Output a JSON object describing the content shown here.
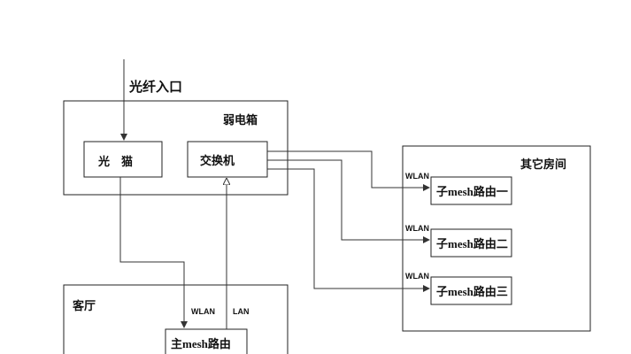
{
  "labels": {
    "fiber_entry": "光纤入口",
    "weak_box": "弱电箱",
    "modem": "光　猫",
    "switch": "交换机",
    "other_rooms": "其它房间",
    "living_room": "客厅",
    "main_router": "主mesh路由",
    "sub_router_1": "子mesh路由一",
    "sub_router_2": "子mesh路由二",
    "sub_router_3": "子mesh路由三",
    "wlan": "WLAN",
    "lan": "LAN"
  }
}
